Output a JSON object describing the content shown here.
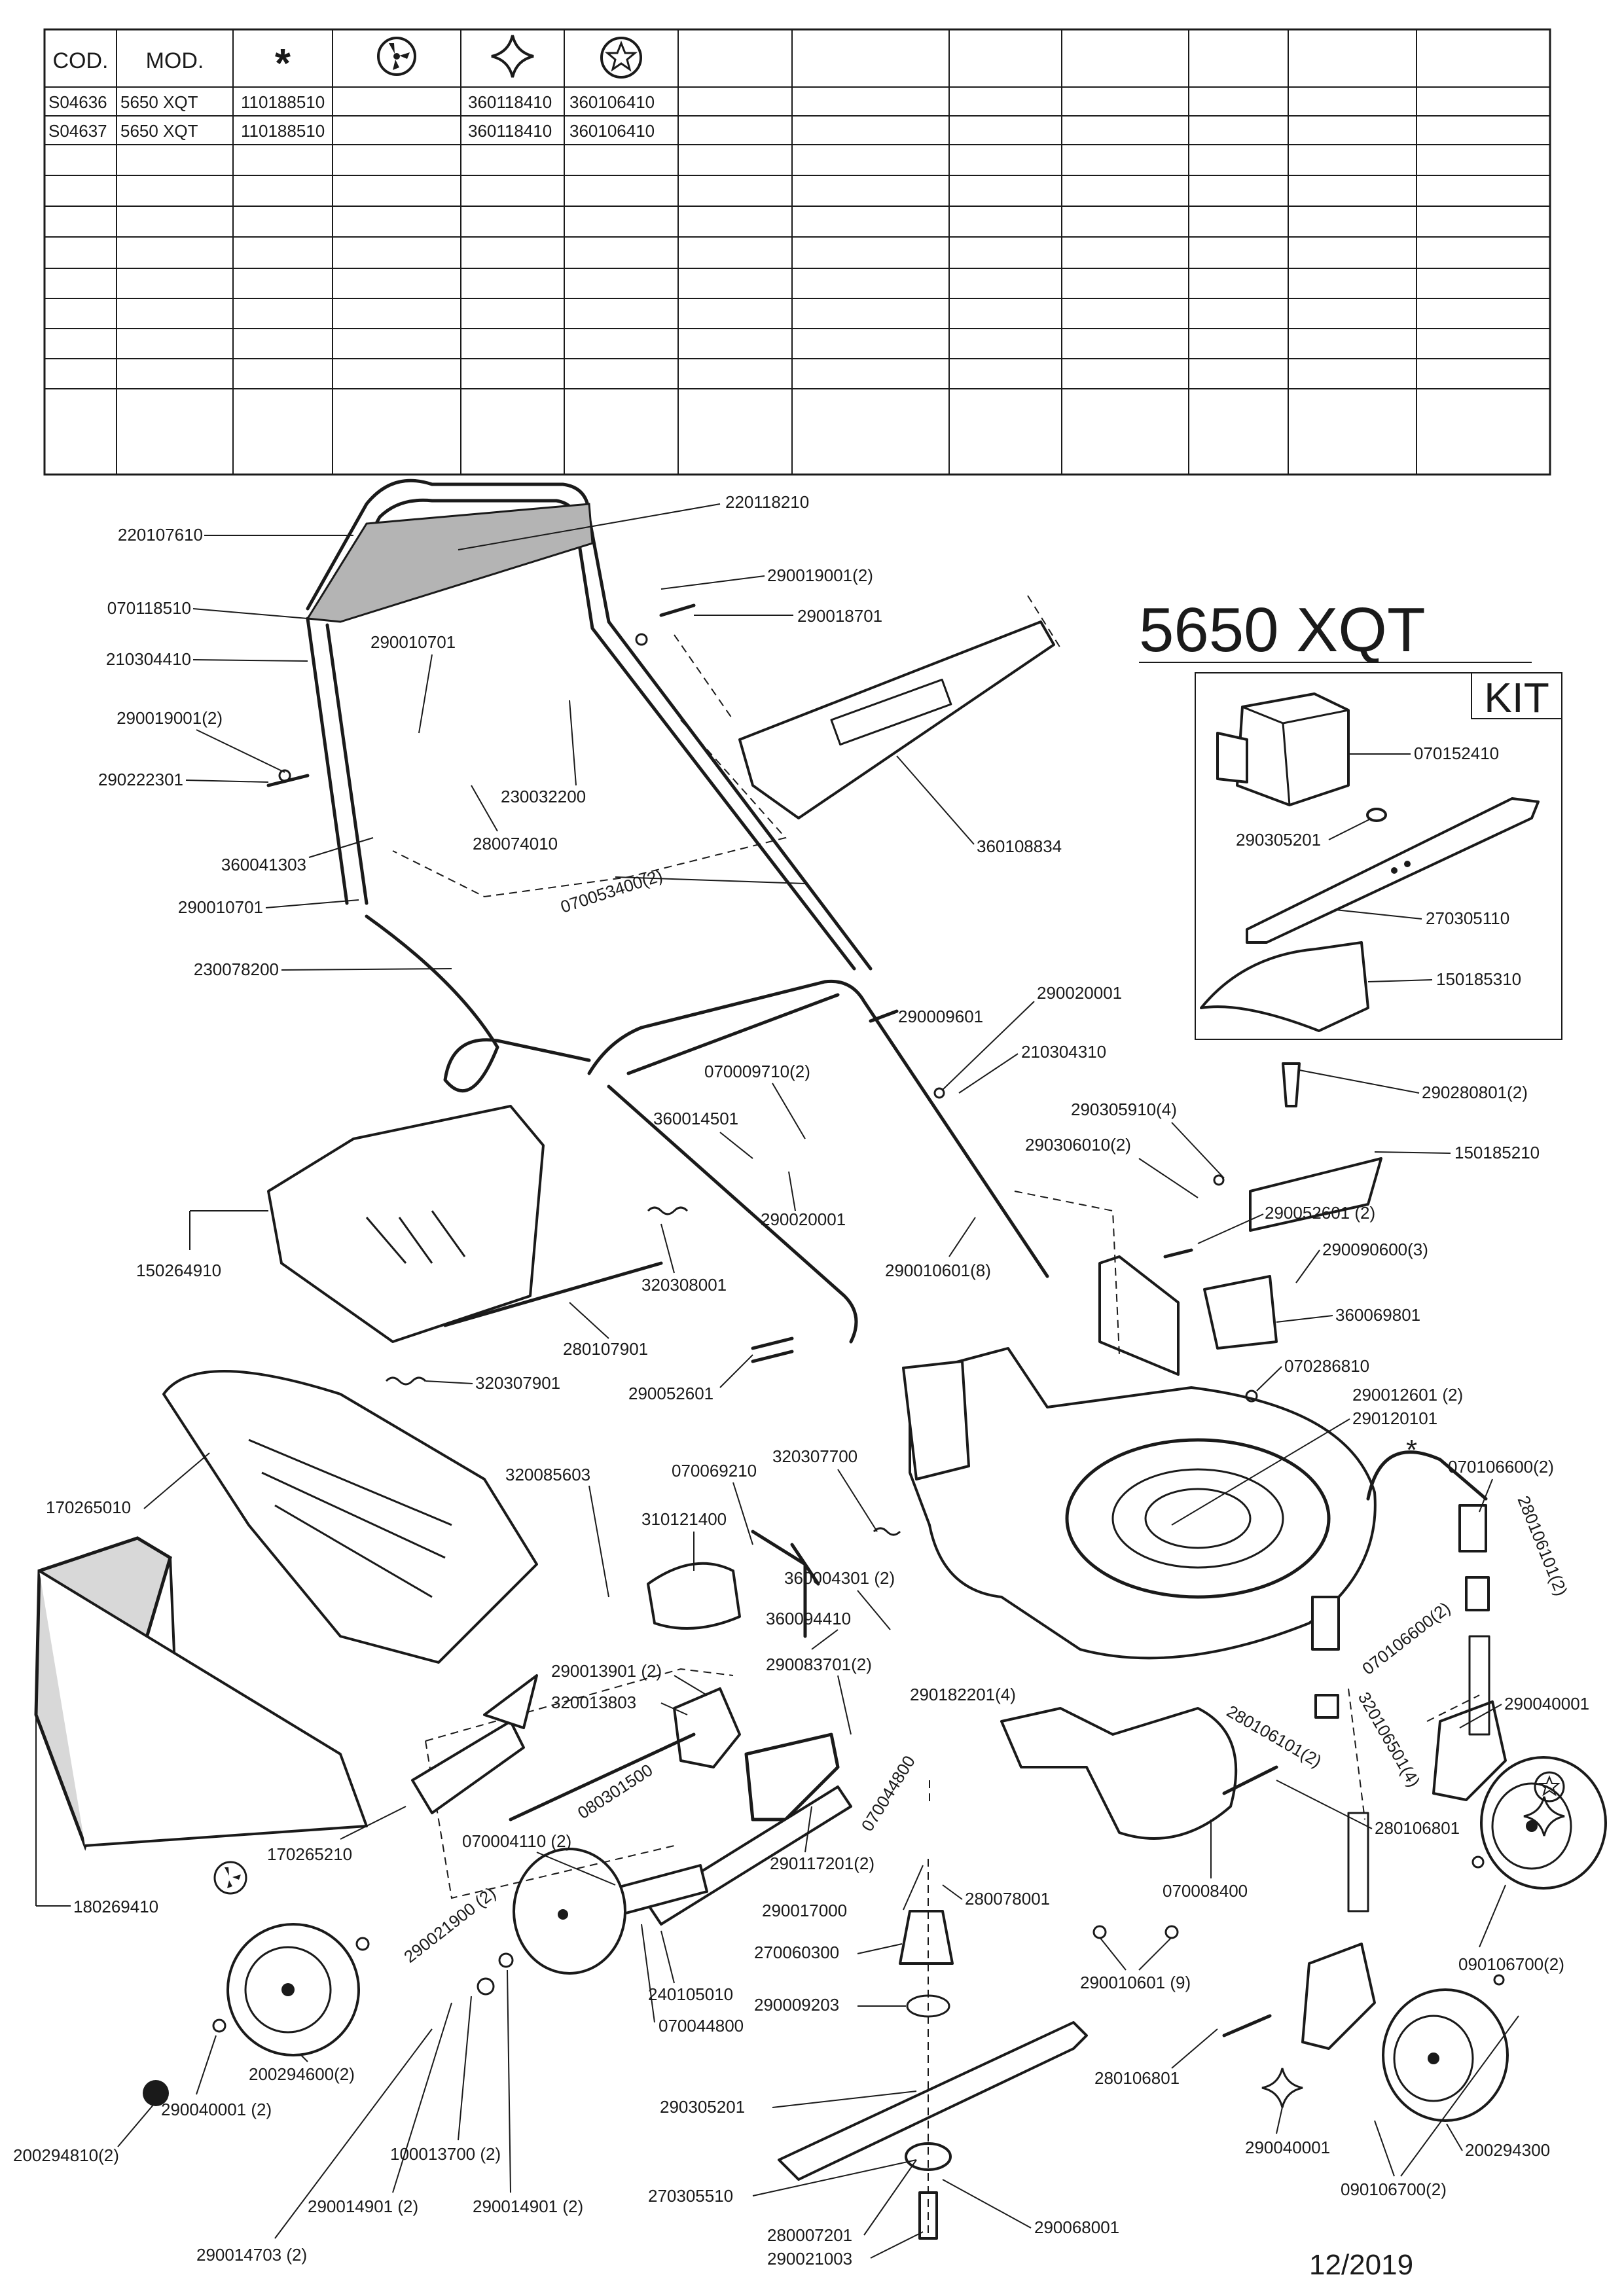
{
  "table": {
    "headers": [
      "COD.",
      "MOD.",
      "*",
      "",
      "",
      ""
    ],
    "header_icons": [
      "asterisk-icon",
      "blade-hub-icon",
      "four-point-star-icon",
      "five-point-star-icon"
    ],
    "rows": [
      [
        "S04636",
        "5650 XQT",
        "110188510",
        "",
        "360118410",
        "360106410"
      ],
      [
        "S04637",
        "5650 XQT",
        "110188510",
        "",
        "360118410",
        "360106410"
      ]
    ]
  },
  "model_title": "5650 XQT",
  "kit": {
    "title": "KIT",
    "labels": [
      "070152410",
      "290305201",
      "270305110",
      "150185310"
    ]
  },
  "labels": {
    "l01": "220107610",
    "l02": "220118210",
    "l03": "070118510",
    "l04": "210304410",
    "l05": "290019001(2)",
    "l06": "290222301",
    "l07": "360041303",
    "l08": "290010701",
    "l09": "230078200",
    "l10": "290010701",
    "l11": "230032200",
    "l12": "280074010",
    "l13": "070053400(2)",
    "l14": "290019001(2)",
    "l15": "290018701",
    "l16": "360108834",
    "l17": "290009601",
    "l18": "290020001",
    "l19": "210304310",
    "l20": "070009710(2)",
    "l21": "360014501",
    "l22": "290020001",
    "l23": "290305910(4)",
    "l24": "290306010(2)",
    "l25": "290280801(2)",
    "l26": "150185210",
    "l27": "150264910",
    "l28": "320308001",
    "l29": "280107901",
    "l30": "290010601(8)",
    "l31": "290052601 (2)",
    "l32": "290090600(3)",
    "l33": "360069801",
    "l34": "320307901",
    "l35": "290052601",
    "l36": "070286810",
    "l37": "290012601 (2)",
    "l38": "290120101",
    "l39": "*",
    "l40": "070106600(2)",
    "l41": "280106101(2)",
    "l42": "170265010",
    "l43": "070069210",
    "l44": "320307700",
    "l45": "320085603",
    "l46": "310121400",
    "l47": "360004301 (2)",
    "l48": "360094410",
    "l49": "290013901 (2)",
    "l50": "320013803",
    "l51": "290083701(2)",
    "l52": "290182201(4)",
    "l53": "080301500",
    "l54": "070044800",
    "l55": "070106600(2)",
    "l56": "320106501(4)",
    "l57": "280106101(2)",
    "l58": "290040001",
    "l59": "170265210",
    "l60": "180269410",
    "l61": "070004110 (2)",
    "l62": "290021900 (2)",
    "l63": "290117201(2)",
    "l64": "290017000",
    "l65": "280078001",
    "l66": "270060300",
    "l67": "290009203",
    "l68": "240105010",
    "l69": "070044800",
    "l70": "070008400",
    "l71": "290010601 (9)",
    "l72": "280106801",
    "l73": "090106700(2)",
    "l74": "200294600(2)",
    "l75": "290040001 (2)",
    "l76": "200294810(2)",
    "l77": "100013700 (2)",
    "l78": "290014901 (2)",
    "l79": "290014901 (2)",
    "l80": "290014703 (2)",
    "l81": "290305201",
    "l82": "270305510",
    "l83": "280007201",
    "l84": "290021003",
    "l85": "290068001",
    "l86": "280106801",
    "l87": "290040001",
    "l88": "200294300",
    "l89": "090106700(2)"
  },
  "date": "12/2019"
}
